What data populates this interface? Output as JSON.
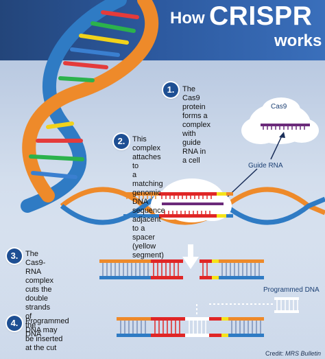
{
  "header": {
    "title_how": "How",
    "title_crispr": "CRISPR",
    "title_works": "works"
  },
  "steps": [
    {
      "number": "1.",
      "text": "The Cas9 protein\nforms a complex with\nguide RNA in a cell"
    },
    {
      "number": "2.",
      "text": "This complex attaches to\na matching genomic DNA\nsequence adjacent to a spacer\n(yellow segment)"
    },
    {
      "number": "3.",
      "text": "The Cas9-RNA\ncomplex cuts the\ndouble strands of\nthe DNA"
    },
    {
      "number": "4.",
      "text": "Programmed DNA may\nbe inserted at the cut"
    }
  ],
  "labels": {
    "cas9": "Cas9",
    "guide_rna": "Guide RNA",
    "programmed_dna": "Programmed DNA"
  },
  "credit": {
    "prefix": "Credit: ",
    "source": "MRS Bulletin"
  },
  "colors": {
    "header_blue": "#2d5aa0",
    "dna_blue": "#2f7bc4",
    "dna_orange": "#ee8a2a",
    "target_red": "#e02626",
    "spacer_yellow": "#f5e31a",
    "guide_purple": "#6b2a7a"
  }
}
